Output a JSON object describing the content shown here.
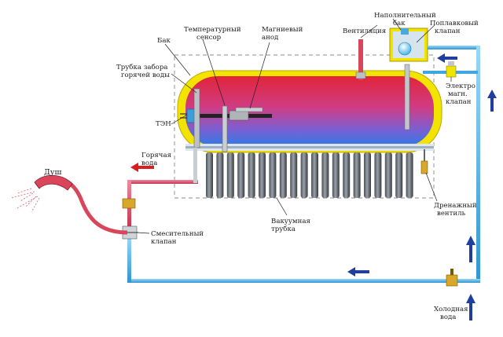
{
  "labels": {
    "tank": "Бак",
    "hot_pipe": [
      "Трубка забора",
      "горячей воды"
    ],
    "temp_sensor": [
      "Температурный",
      "сенсор"
    ],
    "anode": [
      "Магниевый",
      "анод"
    ],
    "heater": "ТЭН",
    "ventilation": "Вентиляция",
    "fill_tank": [
      "Наполнительный",
      "бак"
    ],
    "float_valve": [
      "Поплавковый",
      "клапан"
    ],
    "solenoid_valve": [
      "Электро",
      "магн.",
      "клапан"
    ],
    "hot_water": [
      "Горячая",
      "вода"
    ],
    "shower": "Душ",
    "mixing_valve": [
      "Смесительный",
      "клапан"
    ],
    "vacuum_tube": [
      "Вакуумная",
      "трубка"
    ],
    "drain_valve": [
      "Дренажный",
      "вентиль"
    ],
    "cold_water": [
      "Холодная",
      "вода"
    ]
  },
  "colors": {
    "hot": "#d9455a",
    "cold": "#3fa6df",
    "frame": "#f2e200",
    "arrow_hot": "#d81e1e",
    "arrow_cold": "#1f3f9e"
  }
}
